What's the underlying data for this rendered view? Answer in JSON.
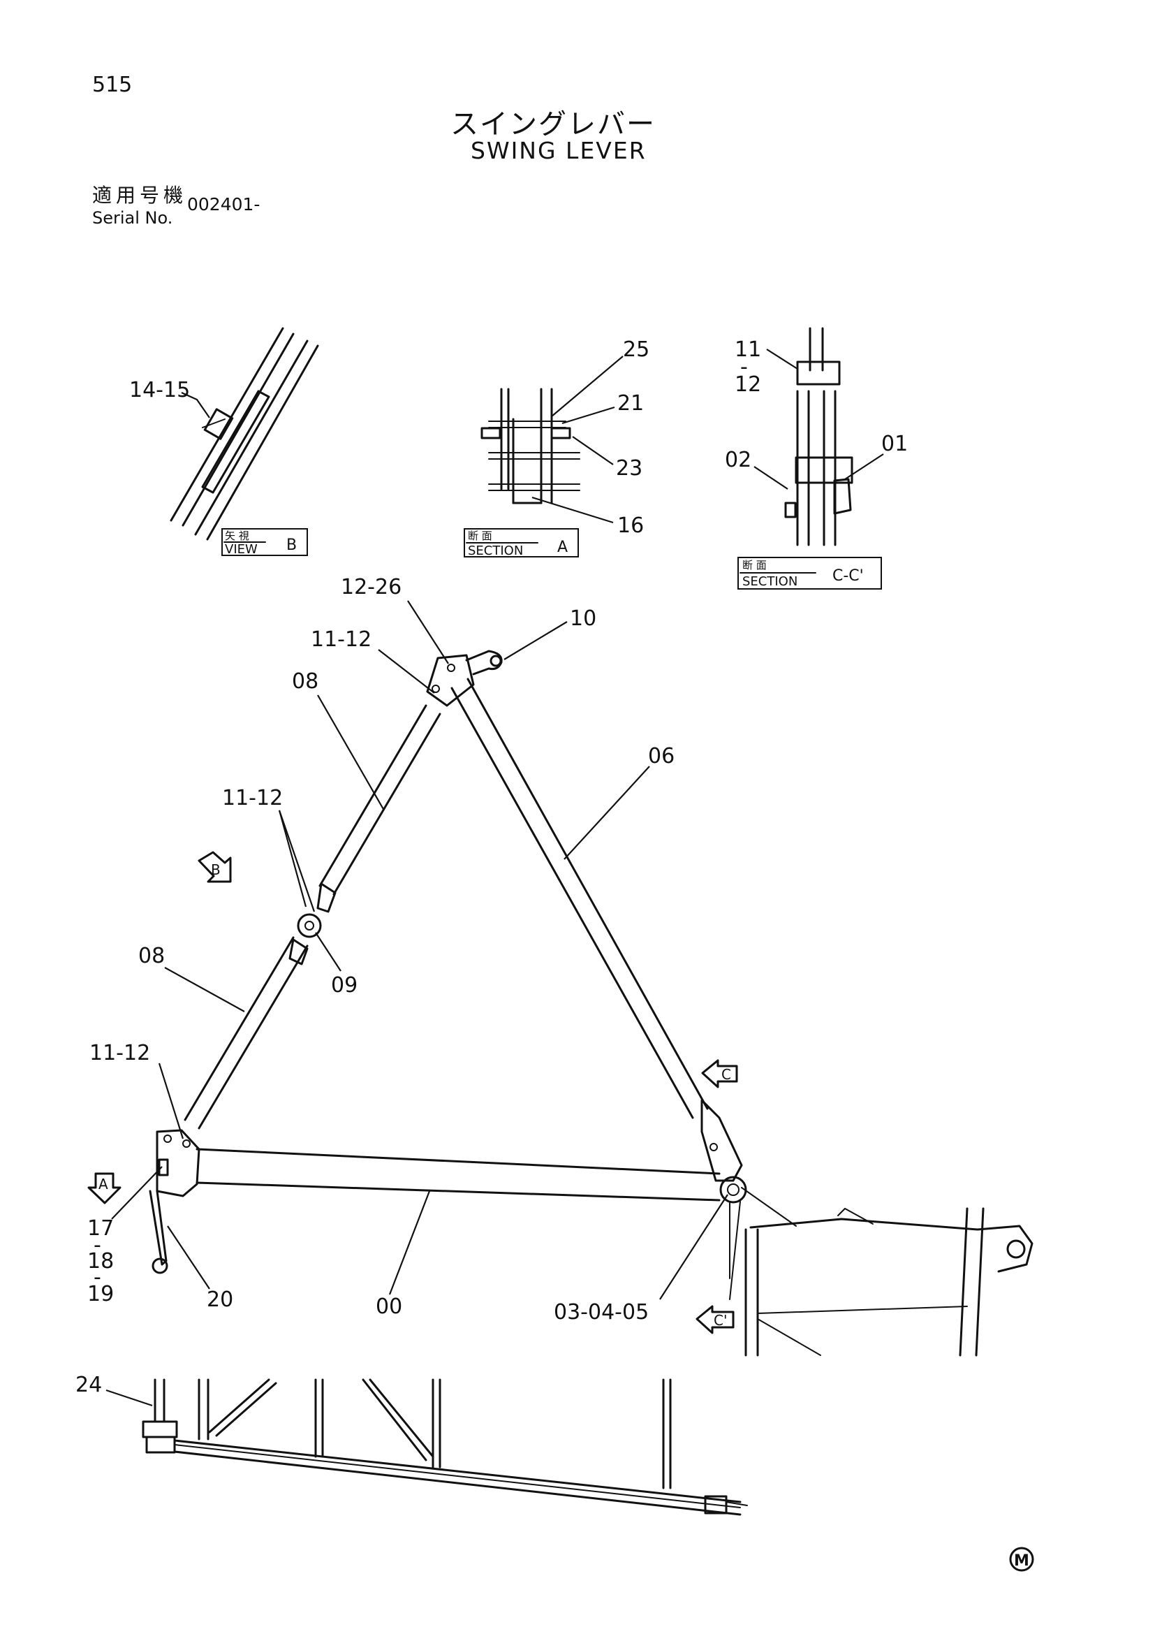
{
  "header": {
    "page_number": "515",
    "title_jp": "スイングレバー",
    "title_en": "SWING LEVER",
    "serial_label_jp": "適用号機",
    "serial_label_en": "Serial No.",
    "serial_value": "002401-"
  },
  "views": {
    "view_b": {
      "tag_jp": "矢 視",
      "tag_en": "VIEW",
      "letter": "B"
    },
    "section_a": {
      "tag_jp": "断 面",
      "tag_en": "SECTION",
      "letter": "A"
    },
    "section_cc": {
      "tag_jp": "断 面",
      "tag_en": "SECTION",
      "letter": "C-C'"
    }
  },
  "callouts": {
    "c_14_15": "14-15",
    "c_25": "25",
    "c_21": "21",
    "c_23": "23",
    "c_16": "16",
    "c_11": "11",
    "c_dash_cc": "-",
    "c_12": "12",
    "c_02": "02",
    "c_01": "01",
    "c_12_26": "12-26",
    "c_10": "10",
    "c_11_12_top": "11-12",
    "c_08_top": "08",
    "c_06": "06",
    "c_11_12_mid": "11-12",
    "c_09": "09",
    "c_08_bottom": "08",
    "c_11_12_left": "11-12",
    "c_17": "17",
    "c_dash_1": "-",
    "c_18": "18",
    "c_dash_2": "-",
    "c_19": "19",
    "c_20": "20",
    "c_00": "00",
    "c_03_04_05": "03-04-05",
    "c_24": "24"
  },
  "view_markers": {
    "marker_a": "A",
    "marker_b": "B",
    "marker_c_upper": "C",
    "marker_c_lower": "C'"
  },
  "footer_mark": "M"
}
